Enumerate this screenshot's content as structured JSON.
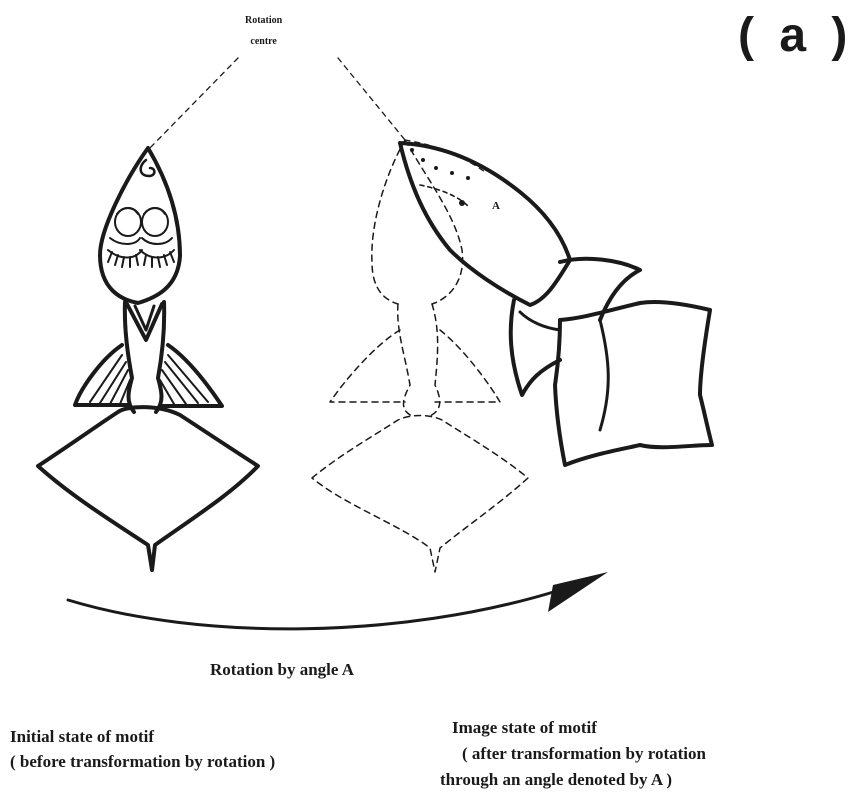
{
  "rotation_centre": {
    "line1": "Rotation",
    "line2": "centre"
  },
  "panel_tag": "( a )",
  "angle_marker": "A",
  "arrow_caption": "Rotation by angle  A",
  "initial_state": {
    "title": "Initial state of motif",
    "subtitle": "( before transformation by rotation )"
  },
  "image_state": {
    "title": "Image state of motif",
    "line2": "( after transformation  by rotation",
    "line3": "through an angle denoted by A  )"
  },
  "colors": {
    "ink": "#1a1a1a",
    "background": "#ffffff"
  }
}
